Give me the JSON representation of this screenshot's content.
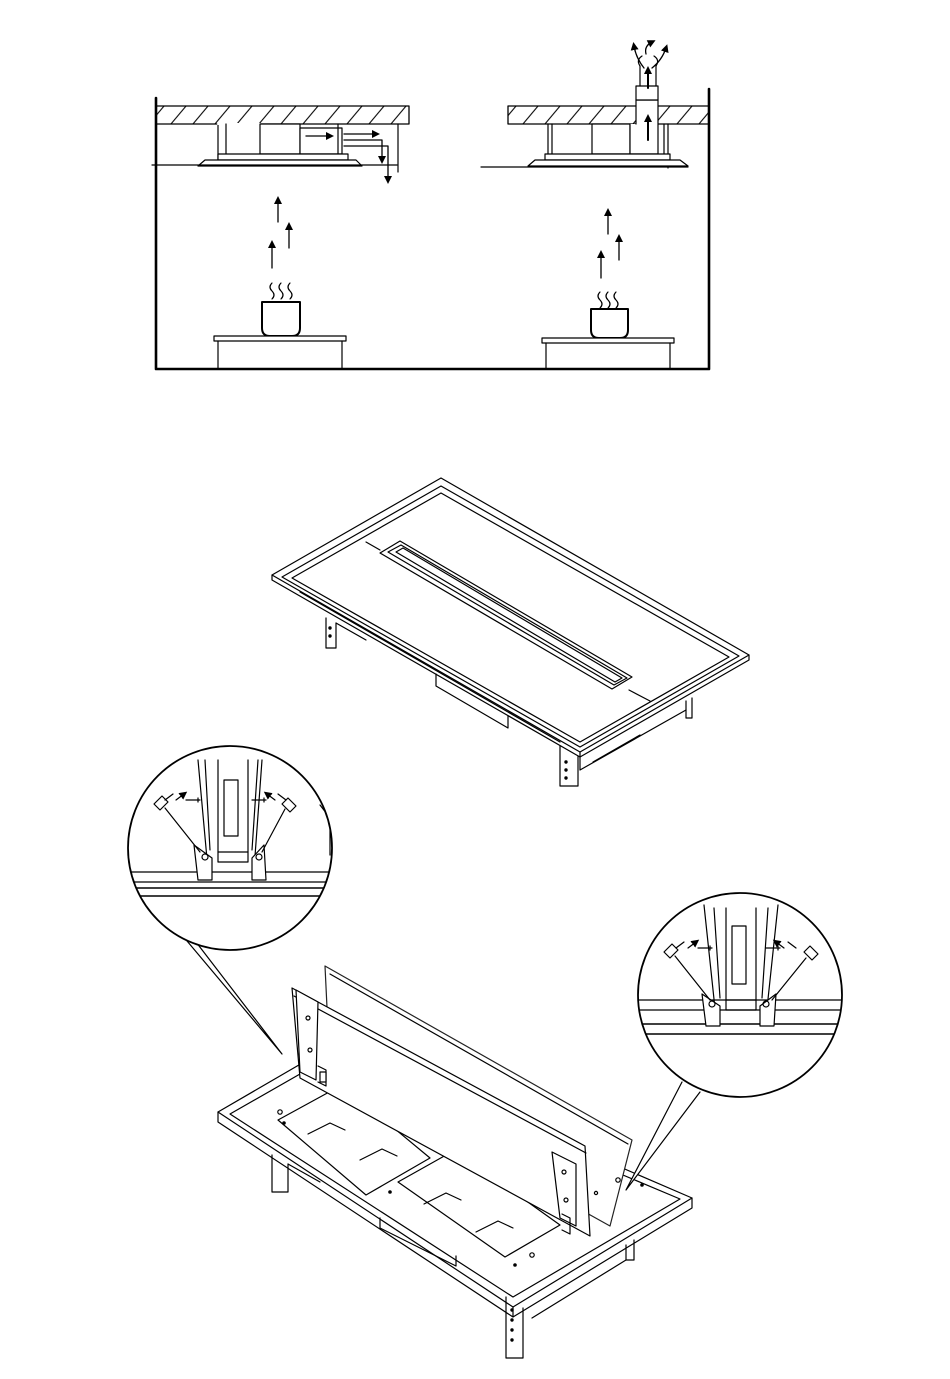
{
  "figure": {
    "panels": [
      {
        "name": "recirculation-mode",
        "mode": "recirculation"
      },
      {
        "name": "extraction-mode",
        "mode": "extraction"
      }
    ],
    "colors": {
      "line": "#000000",
      "fill": "#ffffff",
      "hatch": "#000000",
      "panel_edge": "#222222"
    },
    "icons": [
      "steam-icon",
      "pot-icon",
      "airflow-arrow-icon",
      "screwdriver-icon",
      "magnifier-callout-icon"
    ],
    "hood": {
      "state": "closed"
    },
    "hood_open": {
      "state": "open"
    }
  }
}
